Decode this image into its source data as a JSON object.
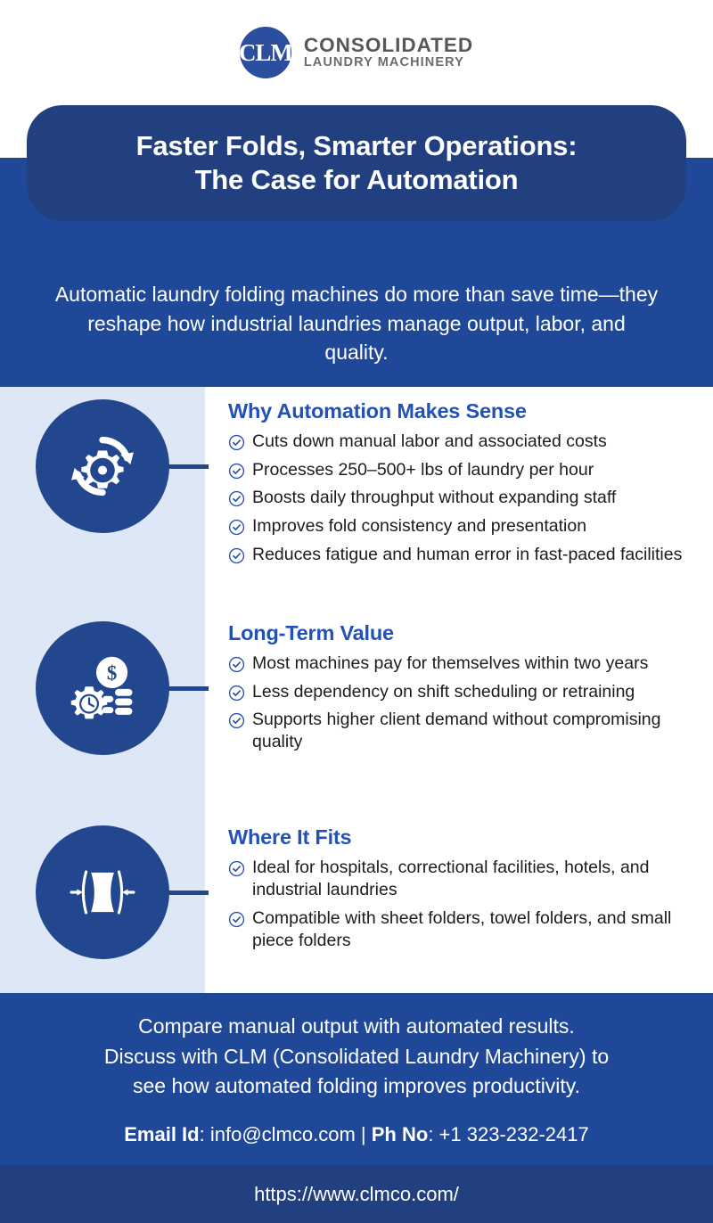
{
  "brand": {
    "logo_mark_text": "CLM",
    "logo_mark_icon": "clm-monogram-icon",
    "name_line1": "CONSOLIDATED",
    "name_line2": "LAUNDRY MACHINERY"
  },
  "hero": {
    "title": "Faster Folds, Smarter Operations: The Case for Automation",
    "title_line1": "Faster Folds, Smarter Operations:",
    "title_line2": "The Case for Automation",
    "subtitle": "Automatic laundry folding machines do more than save time—they reshape how industrial laundries manage output, labor, and quality."
  },
  "sections": [
    {
      "icon": "gear-refresh-icon",
      "title": "Why Automation Makes Sense",
      "bullets": [
        "Cuts down manual labor and associated costs",
        "Processes 250–500+ lbs of laundry per hour",
        "Boosts daily throughput without expanding staff",
        "Improves fold consistency and presentation",
        "Reduces fatigue and human error in fast-paced facilities"
      ]
    },
    {
      "icon": "money-time-gear-icon",
      "title": "Long-Term Value",
      "bullets": [
        "Most machines pay for themselves within two years",
        "Less dependency on shift scheduling or retraining",
        "Supports higher client demand without compromising quality"
      ]
    },
    {
      "icon": "compress-fold-icon",
      "title": "Where It Fits",
      "bullets": [
        "Ideal for hospitals, correctional facilities, hotels, and industrial laundries",
        "Compatible with sheet folders, towel folders, and small piece folders"
      ]
    }
  ],
  "footer": {
    "cta_line1": "Compare manual output with automated results.",
    "cta_line2": "Discuss with CLM (Consolidated Laundry Machinery) to",
    "cta_line3": "see how automated folding improves productivity.",
    "email_label": "Email Id",
    "email_value": "info@clmco.com",
    "separator": "|",
    "phone_label": "Ph No",
    "phone_value": "+1 323-232-2417",
    "url": "https://www.clmco.com/"
  },
  "colors": {
    "band_blue": "#1f4899",
    "deep_navy": "#22407f",
    "icon_navy": "#22478f",
    "heading_blue": "#2351b5",
    "light_blue": "#dde7f6",
    "logo_gray": "#575757"
  }
}
